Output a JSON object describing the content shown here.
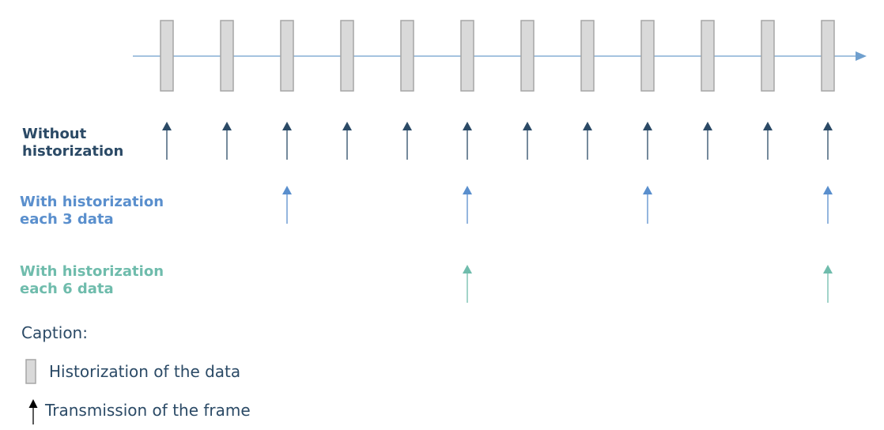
{
  "rows": [
    {
      "label_lines": [
        "Without",
        "historization"
      ],
      "every": 1,
      "color": "#2b4a66"
    },
    {
      "label_lines": [
        "With historization",
        "each 3 data"
      ],
      "every": 3,
      "color": "#5a8fcd"
    },
    {
      "label_lines": [
        "With historization",
        "each 6 data"
      ],
      "every": 6,
      "color": "#6fbcac"
    }
  ],
  "timeline": {
    "slot_count": 12,
    "line_color": "#6f9fce",
    "box_fill": "#d9d9d9",
    "box_stroke": "#a6a6a6"
  },
  "caption": {
    "title": "Caption:",
    "historization_label": "Historization of the data",
    "transmission_label": "Transmission of the frame",
    "text_color": "#2b4a66"
  }
}
